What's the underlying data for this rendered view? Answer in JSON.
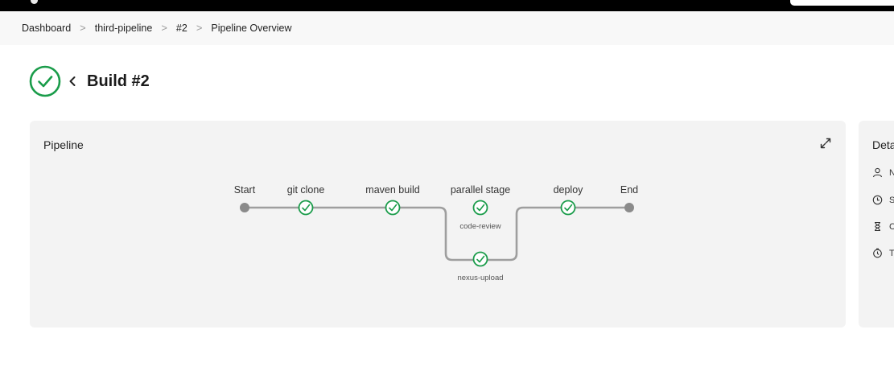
{
  "breadcrumb": [
    "Dashboard",
    "third-pipeline",
    "#2",
    "Pipeline Overview"
  ],
  "breadcrumb_separator": ">",
  "page": {
    "title": "Build #2",
    "status_icon": "success-check-icon",
    "back_icon": "chevron-left-icon"
  },
  "pipeline_panel": {
    "title": "Pipeline",
    "expand_icon": "expand-icon",
    "stages": {
      "start": "Start",
      "git_clone": "git clone",
      "maven_build": "maven build",
      "parallel_stage": "parallel stage",
      "code_review": "code-review",
      "nexus_upload": "nexus-upload",
      "deploy": "deploy",
      "end": "End"
    },
    "stage_status": "success"
  },
  "details_panel": {
    "title_visible": "Deta",
    "rows_visible": [
      "N",
      "S",
      "C",
      "T"
    ],
    "row_icons": [
      "user-icon",
      "clock-icon",
      "hourglass-icon",
      "timer-icon"
    ]
  },
  "colors": {
    "success": "#1a9c4a",
    "line": "#9e9e9e",
    "node": "#8a8a8a",
    "panel": "#f3f3f3"
  }
}
